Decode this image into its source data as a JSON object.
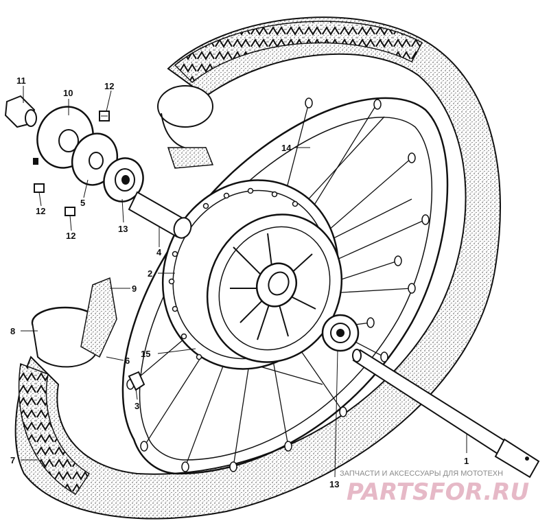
{
  "callouts": {
    "c1": "1",
    "c2": "2",
    "c3": "3",
    "c4": "4",
    "c5": "5",
    "c6": "6",
    "c7": "7",
    "c8": "8",
    "c9": "9",
    "c10": "10",
    "c11": "11",
    "c12a": "12",
    "c12b": "12",
    "c12c": "12",
    "c13a": "13",
    "c13b": "13",
    "c14": "14",
    "c15": "15"
  },
  "watermark": {
    "subtitle": "ЗАПЧАСТИ И АКСЕССУАРЫ ДЛЯ МОТОТЕХН",
    "brand": "PARTSFOR.RU"
  }
}
